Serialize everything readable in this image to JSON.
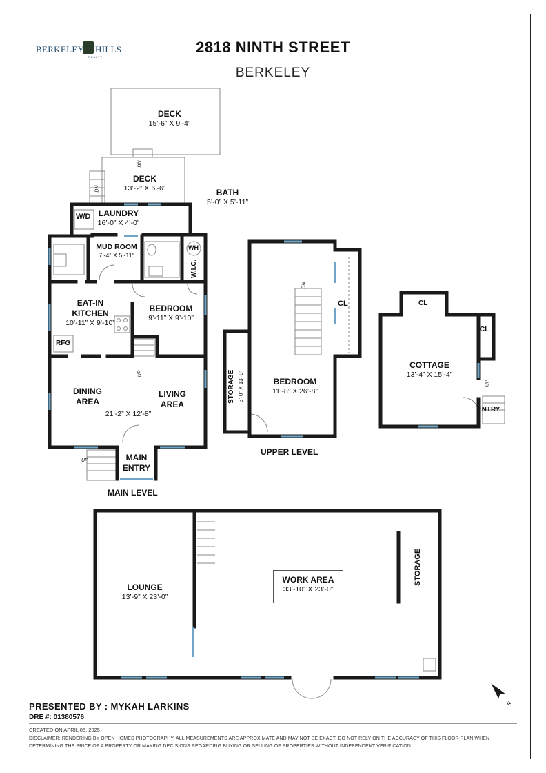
{
  "header": {
    "address": "2818 NINTH STREET",
    "city": "BERKELEY",
    "logo_left": "BERKELEY",
    "logo_right": "HILLS",
    "logo_sub": "REALTY"
  },
  "main_level": {
    "level_label": "MAIN LEVEL",
    "rooms": {
      "deck_upper": {
        "name": "DECK",
        "dim": "15’-6” X 9’-4”"
      },
      "deck_lower": {
        "name": "DECK",
        "dim": "13’-2” X 6’-6”"
      },
      "laundry": {
        "name": "LAUNDRY",
        "dim": "16’-0” X 4’-0”"
      },
      "wd": "W/D",
      "bath": {
        "name": "BATH",
        "dim": "5’-0” X 5’-11”"
      },
      "mud_room": {
        "name": "MUD ROOM",
        "dim": "7’-4” X 5’-11”"
      },
      "wh": "WH",
      "wic": "W.I.C.",
      "eat_in_kitchen": {
        "name_1": "EAT-IN",
        "name_2": "KITCHEN",
        "dim": "10’-11” X 9’-10”"
      },
      "rfg": "RFG",
      "bedroom": {
        "name": "BEDROOM",
        "dim": "9’-11” X 9’-10”"
      },
      "dining": {
        "name_1": "DINING",
        "name_2": "AREA"
      },
      "living": {
        "name_1": "LIVING",
        "name_2": "AREA"
      },
      "dining_living_dim": "21’-2” X 12’-8”",
      "main_entry": {
        "name_1": "MAIN",
        "name_2": "ENTRY"
      }
    },
    "stair_dn_1": "DN",
    "stair_dn_2": "DN",
    "stair_up_1": "UP",
    "stair_up_2": "UP"
  },
  "upper_level": {
    "level_label": "UPPER LEVEL",
    "bedroom": {
      "name": "BEDROOM",
      "dim": "11’-8” X 26’-8”"
    },
    "cl": "CL",
    "storage": {
      "name": "STORAGE",
      "dim": "3’-0” X 13’-9”"
    },
    "stair_dn": "DN"
  },
  "cottage": {
    "name": "COTTAGE",
    "dim": "13’-4” X 15’-4”",
    "cl_top": "CL",
    "cl_right": "CL",
    "entry": "ENTRY",
    "stair_up": "UP"
  },
  "basement": {
    "lounge": {
      "name": "LOUNGE",
      "dim": "13’-9” X 23’-0”"
    },
    "work_area": {
      "name": "WORK AREA",
      "dim": "33’-10” X 23’-0”"
    },
    "storage": "STORAGE"
  },
  "compass": {
    "label": "N"
  },
  "footer": {
    "presented_by": "PRESENTED BY : MYKAH LARKINS",
    "dre": "DRE #: 01380576",
    "created": "CREATED ON APRIL 05, 2025",
    "disclaimer": "DISCLAIMER: RENDERING BY OPEN HOMES PHOTOGRAPHY. ALL MEASUREMENTS ARE APPROXIMATE AND MAY NOT BE EXACT. DO NOT RELY ON THE ACCURACY OF THIS FLOOR PLAN WHEN DETERMINING THE PRICE OF A PROPERTY OR MAKING DECISIONS REGARDING BUYING OR SELLING OF PROPERTIES WITHOUT INDEPENDENT VERIFICATION."
  },
  "colors": {
    "wall": "#1a1a1a",
    "window": "#6fa6c8",
    "thin_line": "#888888",
    "logo": "#1f4a6a"
  }
}
